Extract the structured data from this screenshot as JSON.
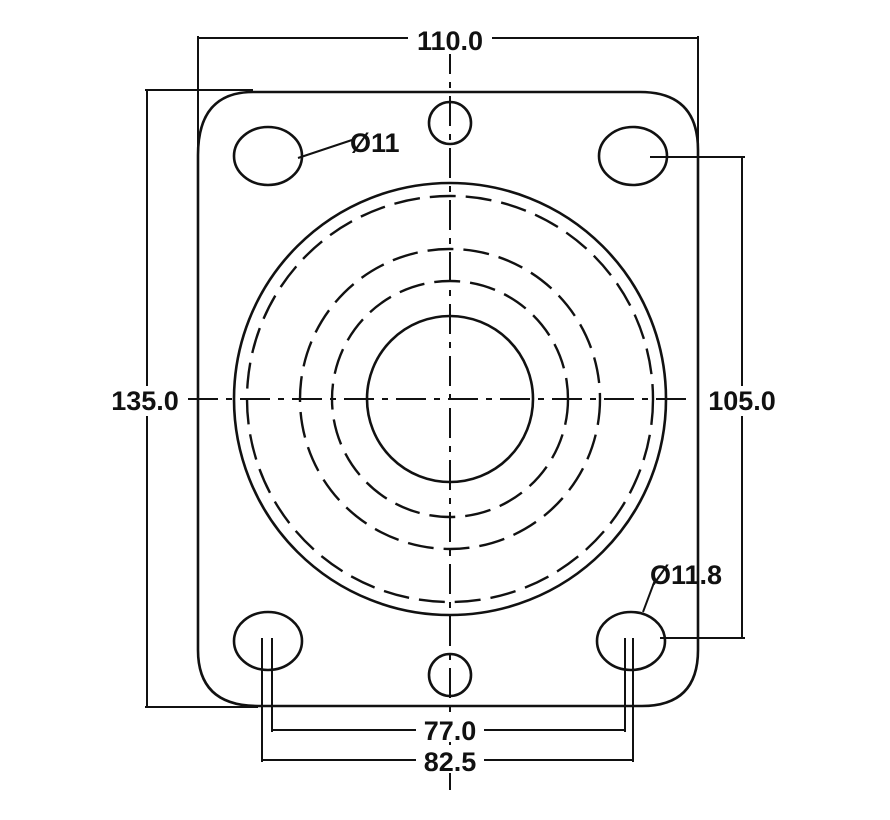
{
  "dimensions": {
    "width_top": "110.0",
    "height_left": "135.0",
    "height_right": "105.0",
    "hole_diameter_top": "Ø11",
    "hole_diameter_bottom": "Ø11.8",
    "hole_spacing_inner": "77.0",
    "hole_spacing_outer": "82.5"
  }
}
